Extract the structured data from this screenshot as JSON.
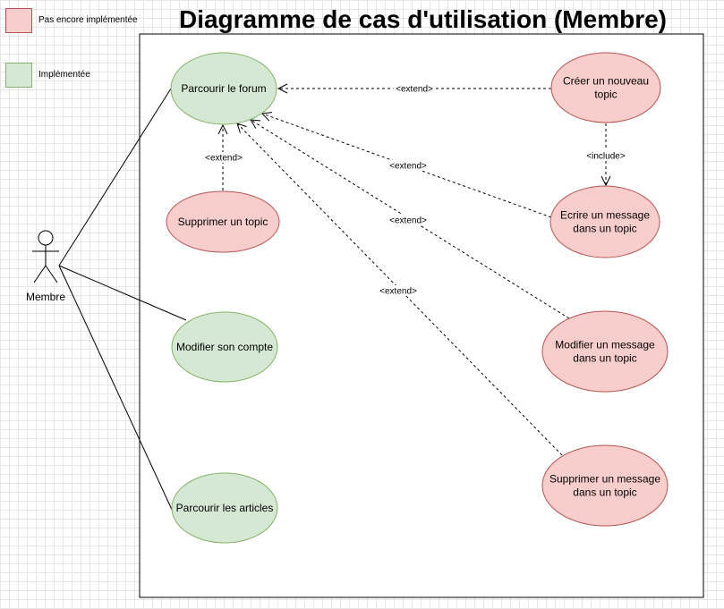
{
  "title": "Diagramme de cas d'utilisation (Membre)",
  "legend": [
    {
      "label": "Pas encore implémentée",
      "fill": "#f8cecc",
      "stroke": "#b85450"
    },
    {
      "label": "Implémentée",
      "fill": "#d5e8d4",
      "stroke": "#82b366"
    }
  ],
  "actor": {
    "label": "Membre"
  },
  "use_cases": [
    {
      "id": "parcourir-forum",
      "lines": [
        "Parcourir le forum"
      ],
      "status": "implemented"
    },
    {
      "id": "supprimer-topic",
      "lines": [
        "Supprimer un topic"
      ],
      "status": "not-implemented"
    },
    {
      "id": "modifier-compte",
      "lines": [
        "Modifier son compte"
      ],
      "status": "implemented"
    },
    {
      "id": "parcourir-articles",
      "lines": [
        "Parcourir les articles"
      ],
      "status": "implemented"
    },
    {
      "id": "creer-topic",
      "lines": [
        "Créer un nouveau",
        "topic"
      ],
      "status": "not-implemented"
    },
    {
      "id": "ecrire-message",
      "lines": [
        "Ecrire un message",
        "dans un topic"
      ],
      "status": "not-implemented"
    },
    {
      "id": "modifier-message",
      "lines": [
        "Modifier un message",
        "dans un topic"
      ],
      "status": "not-implemented"
    },
    {
      "id": "supprimer-message",
      "lines": [
        "Supprimer un message",
        "dans un topic"
      ],
      "status": "not-implemented"
    }
  ],
  "associations": [
    {
      "from": "actor",
      "to": "parcourir-forum"
    },
    {
      "from": "actor",
      "to": "modifier-compte"
    },
    {
      "from": "actor",
      "to": "parcourir-articles"
    }
  ],
  "relations": [
    {
      "from": "creer-topic",
      "to": "parcourir-forum",
      "label": "<extend>"
    },
    {
      "from": "supprimer-topic",
      "to": "parcourir-forum",
      "label": "<extend>"
    },
    {
      "from": "ecrire-message",
      "to": "parcourir-forum",
      "label": "<extend>"
    },
    {
      "from": "modifier-message",
      "to": "parcourir-forum",
      "label": "<extend>"
    },
    {
      "from": "supprimer-message",
      "to": "parcourir-forum",
      "label": "<extend>"
    },
    {
      "from": "creer-topic",
      "to": "ecrire-message",
      "label": "<include>"
    }
  ],
  "colors": {
    "implemented_fill": "#d5e8d4",
    "implemented_stroke": "#82b366",
    "not_implemented_fill": "#f8cecc",
    "not_implemented_stroke": "#b85450",
    "line": "#000000"
  }
}
